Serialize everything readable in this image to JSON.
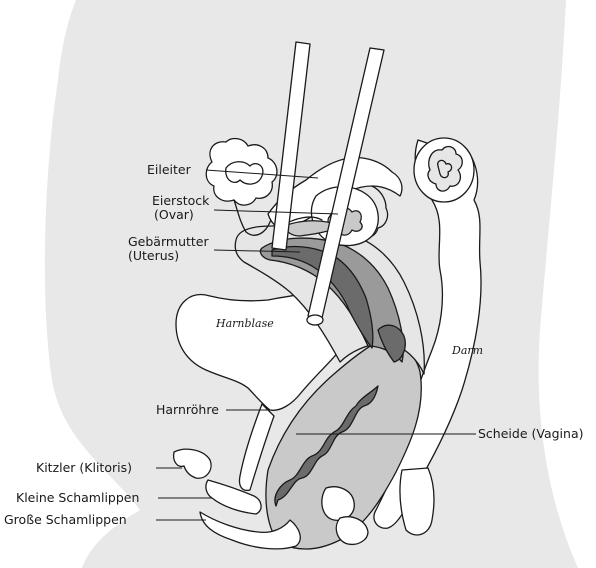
{
  "labels": {
    "eileiter": "Eileiter",
    "eierstock": "Eierstock",
    "ovar": "(Ovar)",
    "gebaermutter": "Gebärmutter",
    "uterus": "(Uterus)",
    "harnblase": "Harnblase",
    "darm": "Darm",
    "harnroehre": "Harnröhre",
    "scheide": "Scheide (Vagina)",
    "kitzler": "Kitzler (Klitoris)",
    "kleine_schamlippen": "Kleine Schamlippen",
    "grosse_schamlippen": "Große Schamlippen"
  },
  "colors": {
    "body": "#e8e8e8",
    "organ_white": "#ffffff",
    "uterus_light": "#c9c9c9",
    "uterus_mid": "#9a9a9a",
    "cavity_dark": "#6b6b6b",
    "outline": "#1a1a1a"
  }
}
